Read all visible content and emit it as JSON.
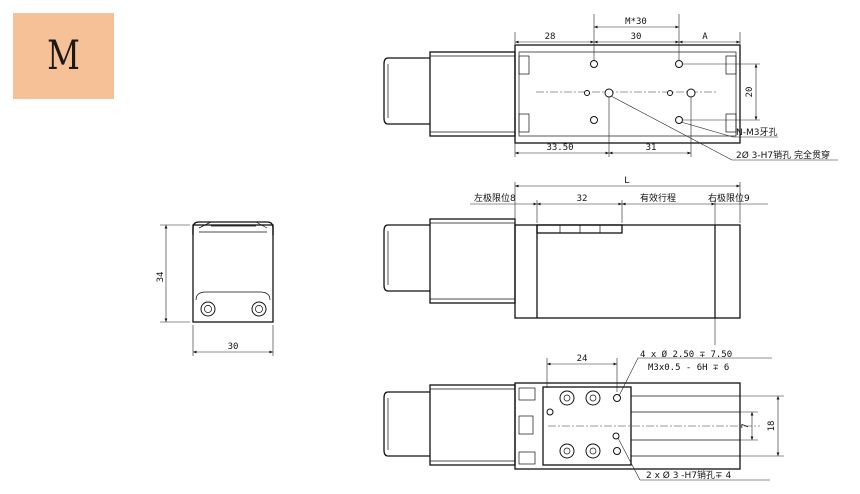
{
  "badge": {
    "letter": "M"
  },
  "colors": {
    "badge_bg": "#f7c197",
    "line": "#111111"
  },
  "top_view": {
    "dims": {
      "d28": "28",
      "d30": "30",
      "a": "A",
      "m30": "M*30",
      "d20": "20",
      "d33_50": "33.50",
      "d31": "31"
    },
    "callouts": {
      "tap": "N-M3牙孔",
      "pin": "2Ø 3-H7销孔 完全贯穿"
    }
  },
  "side_view": {
    "dims": {
      "l": "L",
      "d32": "32"
    },
    "labels": {
      "left_limit": "左极限位8",
      "stroke": "有效行程",
      "right_limit": "右极限位9"
    }
  },
  "end_view": {
    "dims": {
      "h": "34",
      "w": "30"
    }
  },
  "bottom_view": {
    "dims": {
      "d24": "24",
      "d7": "7",
      "d18": "18"
    },
    "callouts": {
      "holes1": "4 x Ø 2.50 ∓ 7.50",
      "holes2": "M3x0.5 - 6H ∓ 6",
      "pins": "2 x Ø 3 -H7销孔∓ 4"
    }
  }
}
